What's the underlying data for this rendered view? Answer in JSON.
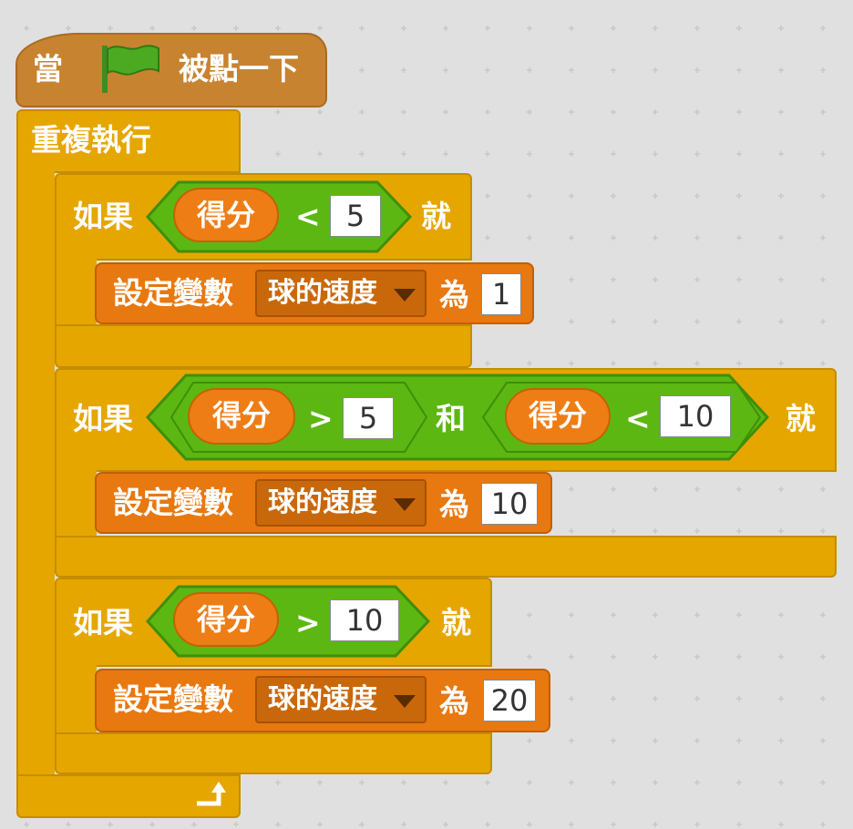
{
  "hat": {
    "when": "當",
    "clicked": "被點一下",
    "flag_icon": "green-flag-icon"
  },
  "forever": {
    "label": "重複執行",
    "loop_icon": "loop-arrow-icon"
  },
  "if_blocks": [
    {
      "if_label": "如果",
      "then_label": "就",
      "condition": {
        "variable": "得分",
        "operator": "<",
        "value": "5"
      },
      "action": {
        "label": "設定變數",
        "variable": "球的速度",
        "to_label": "為",
        "value": "1"
      }
    },
    {
      "if_label": "如果",
      "then_label": "就",
      "and_label": "和",
      "left": {
        "variable": "得分",
        "operator": ">",
        "value": "5"
      },
      "right": {
        "variable": "得分",
        "operator": "<",
        "value": "10"
      },
      "action": {
        "label": "設定變數",
        "variable": "球的速度",
        "to_label": "為",
        "value": "10"
      }
    },
    {
      "if_label": "如果",
      "then_label": "就",
      "condition": {
        "variable": "得分",
        "operator": ">",
        "value": "10"
      },
      "action": {
        "label": "設定變數",
        "variable": "球的速度",
        "to_label": "為",
        "value": "20"
      }
    }
  ]
}
